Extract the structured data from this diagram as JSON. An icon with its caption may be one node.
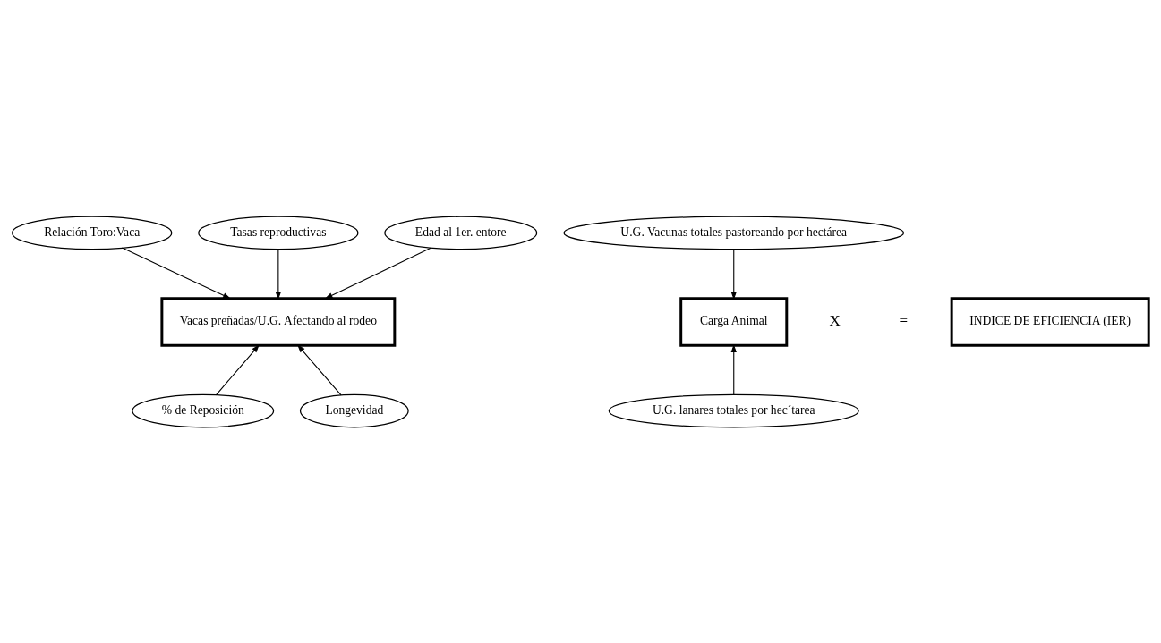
{
  "diagram": {
    "nodes": [
      {
        "text": [
          "Tasas reproductivas"
        ]
      },
      {
        "text": [
          "U.G. Vacunas totales pastoreando por hectárea"
        ]
      },
      {
        "text": [
          "Relación Toro:Vaca"
        ]
      },
      {
        "text": [
          "Edad al 1er. entore"
        ]
      },
      {
        "text": [
          "Vacas preñadas/U.G. Afectando al rodeo"
        ]
      },
      {
        "text": [
          "Carga Animal"
        ]
      },
      {
        "text": [
          "INDICE DE EFICIENCIA (IER)"
        ]
      },
      {
        "text": [
          "% de Reposición"
        ]
      },
      {
        "text": [
          "Longevidad"
        ]
      },
      {
        "text": [
          "U.G. lanares totales por hec´tarea"
        ]
      }
    ],
    "edges": [
      {
        "from": 2,
        "to": 4,
        "arrow": "to"
      },
      {
        "from": 0,
        "to": 4,
        "arrow": "to"
      },
      {
        "from": 3,
        "to": 4,
        "arrow": "to"
      },
      {
        "from": 1,
        "to": 5,
        "arrow": "to"
      },
      {
        "from": 7,
        "to": 4,
        "arrow": "to"
      },
      {
        "from": 8,
        "to": 4,
        "arrow": "to"
      },
      {
        "from": 9,
        "to": 5,
        "arrow": "to"
      }
    ],
    "labels": [
      "X",
      "="
    ]
  }
}
